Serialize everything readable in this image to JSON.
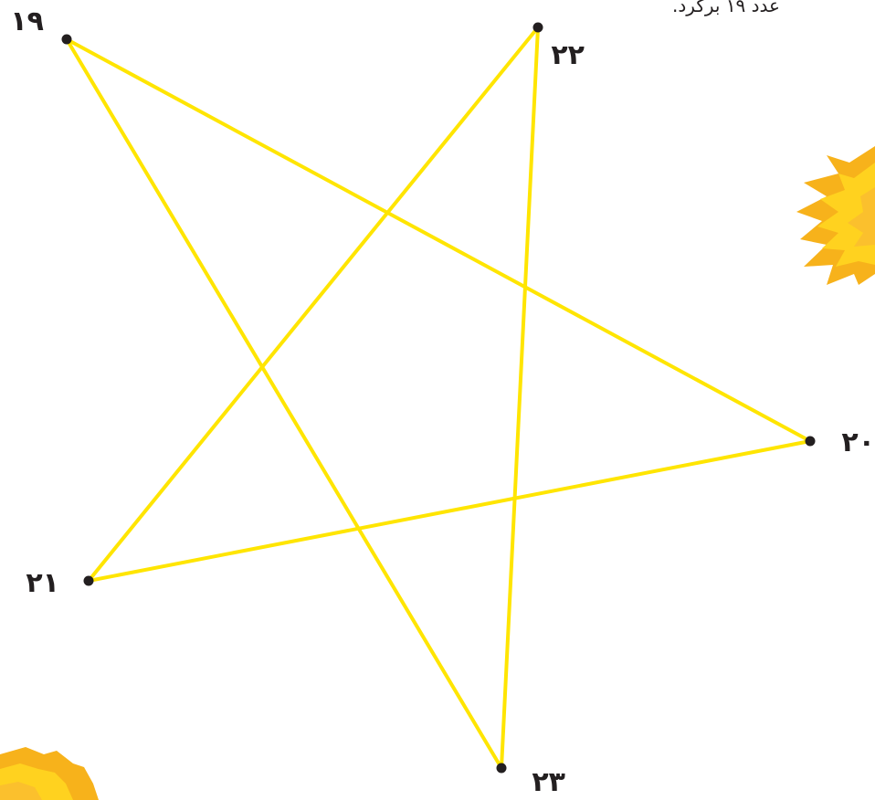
{
  "instruction_text": "عدد ۱۹ برگرد.",
  "line_color": "#FFE500",
  "dot_color": "#231F20",
  "decoration_colors": [
    "#FFD21F",
    "#F7B21B",
    "#FBC02D"
  ],
  "points": [
    {
      "id": "p19",
      "label": "۱۹"
    },
    {
      "id": "p20",
      "label": "۲۰"
    },
    {
      "id": "p21",
      "label": "۲۱"
    },
    {
      "id": "p22",
      "label": "۲۲"
    },
    {
      "id": "p23",
      "label": "۲۳"
    }
  ],
  "connection_order": [
    "۱۹",
    "۲۰",
    "۲۱",
    "۲۲",
    "۲۳",
    "۱۹"
  ]
}
